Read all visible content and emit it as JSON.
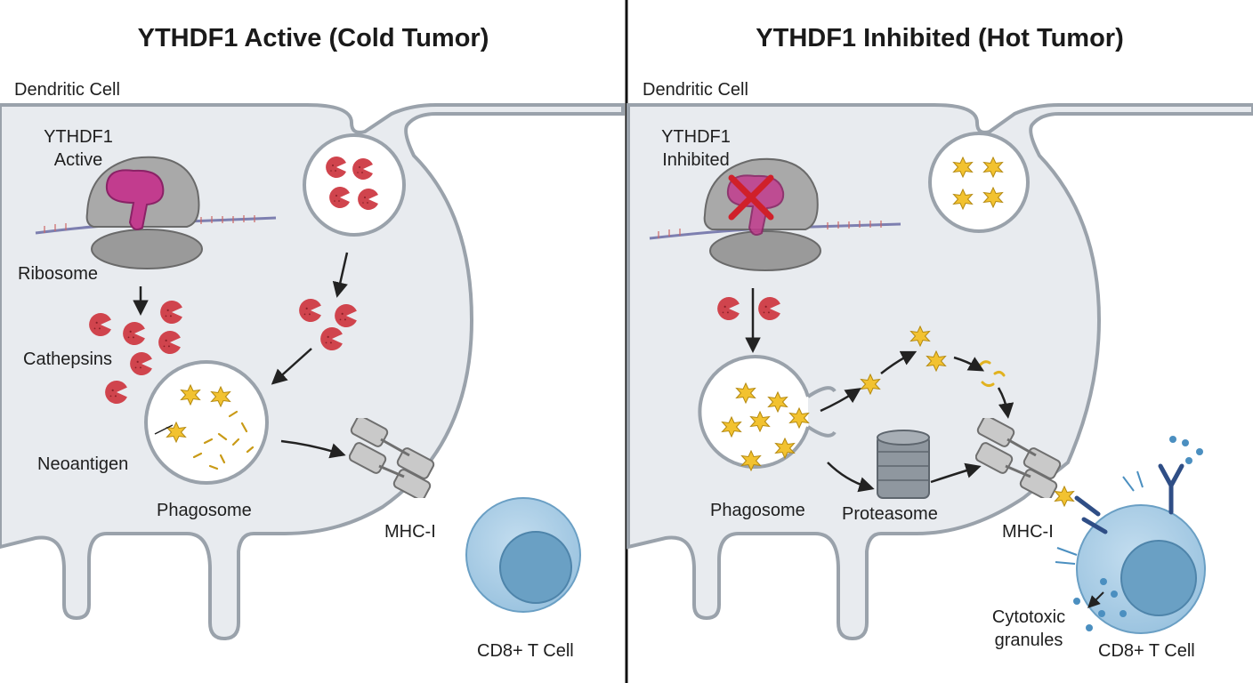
{
  "left_panel": {
    "title": "YTHDF1 Active (Cold Tumor)",
    "cell_label": "Dendritic Cell",
    "ythdf1_label_line1": "YTHDF1",
    "ythdf1_label_line2": "Active",
    "ribosome_label": "Ribosome",
    "cathepsins_label": "Cathepsins",
    "neoantigen_label": "Neoantigen",
    "phagosome_label": "Phagosome",
    "mhc_label": "MHC-I",
    "tcell_label": "CD8+ T Cell"
  },
  "right_panel": {
    "title": "YTHDF1 Inhibited (Hot Tumor)",
    "cell_label": "Dendritic Cell",
    "ythdf1_label_line1": "YTHDF1",
    "ythdf1_label_line2": "Inhibited",
    "phagosome_label": "Phagosome",
    "proteasome_label": "Proteasome",
    "mhc_label": "MHC-I",
    "granules_label_line1": "Cytotoxic",
    "granules_label_line2": "granules",
    "tcell_label": "CD8+ T Cell"
  },
  "colors": {
    "cell_fill": "#e8ebef",
    "membrane": "#9aa2ab",
    "cathepsin": "#d0444d",
    "neoantigen": "#f2c230",
    "ythdf1": "#c23c8e",
    "ribosome": "#9a9a9a",
    "tcell": "#a9cde6",
    "tcell_nucleus": "#6aa0c4",
    "inhibit_mark": "#d0202a",
    "divider": "#111111"
  },
  "icons": [
    "ribosome-icon",
    "ythdf1-protein-icon",
    "cathepsin-icon",
    "neoantigen-star-icon",
    "mhc-i-icon",
    "proteasome-icon",
    "tcr-icon",
    "inhibition-x-icon"
  ]
}
